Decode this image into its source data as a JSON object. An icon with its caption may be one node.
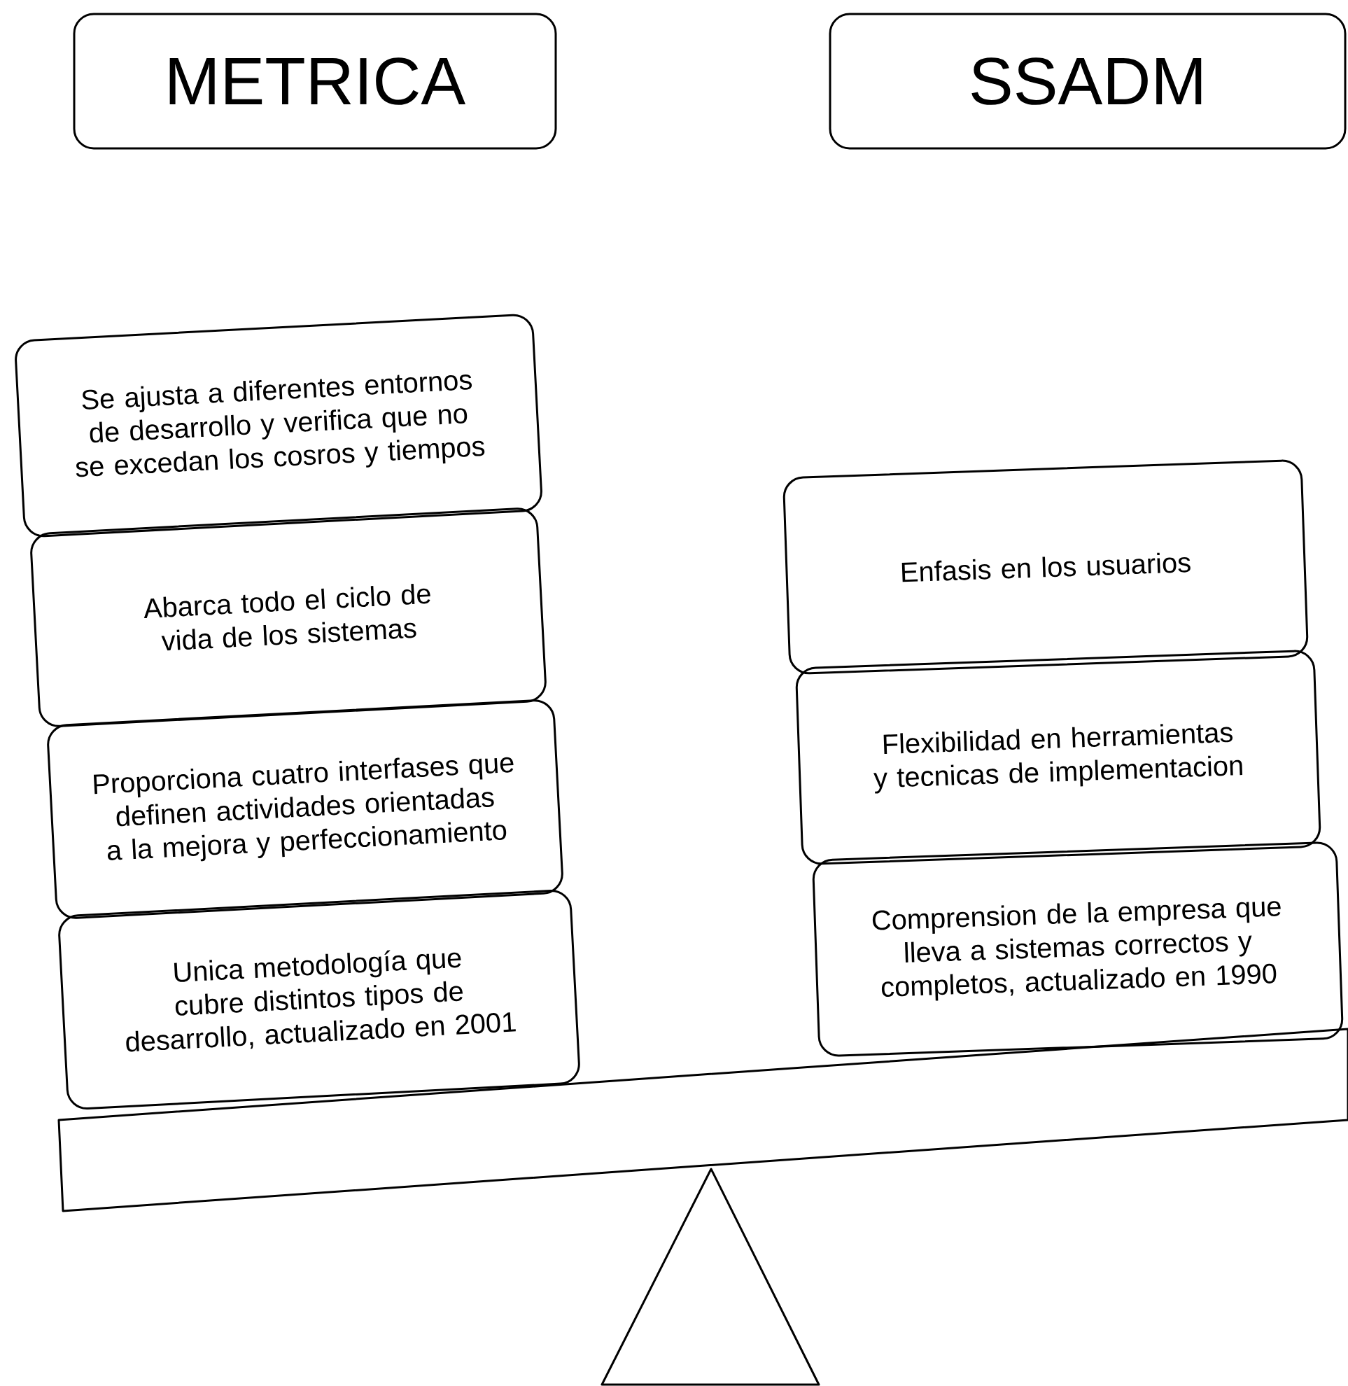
{
  "diagram": {
    "nodes": [
      {
        "text": [
          "METRICA"
        ]
      },
      {
        "text": [
          "SSADM"
        ]
      },
      {
        "text": [
          "Se ajusta a diferentes entornos de desarrollo y verifica que no se excedan los cosros y tiempos"
        ]
      },
      {
        "text": [
          "Abarca todo el ciclo de vida de los sistemas"
        ]
      },
      {
        "text": [
          "Proporciona cuatro interfases que definen actividades orientadas a la mejora y perfeccionamiento"
        ]
      },
      {
        "text": [
          "Unica metodología que cubre distintos tipos de desarrollo, actualizado en 2001"
        ]
      },
      {
        "text": [
          "Enfasis en los usuarios"
        ]
      },
      {
        "text": [
          "Flexibilidad en herramientas y tecnicas de implementacion"
        ]
      },
      {
        "text": [
          "Comprension de la empresa que lleva a sistemas correctos y completos, actualizado en 1990"
        ]
      }
    ]
  }
}
